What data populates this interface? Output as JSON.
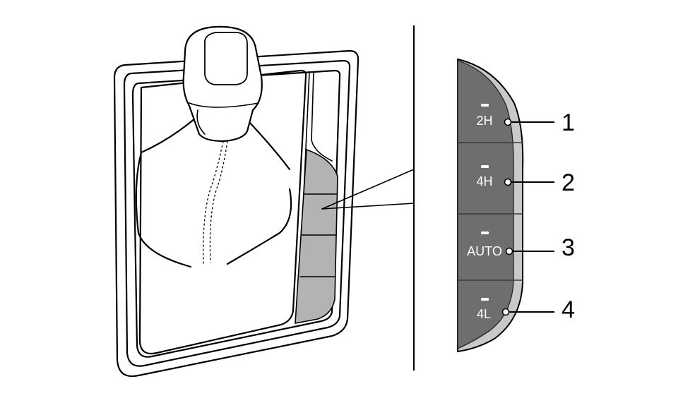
{
  "buttons": [
    {
      "label": "2H",
      "number": "1"
    },
    {
      "label": "4H",
      "number": "2"
    },
    {
      "label": "AUTO",
      "number": "3"
    },
    {
      "label": "4L",
      "number": "4"
    }
  ],
  "colors": {
    "panel": "#6e6e6e",
    "panel_edge": "#c9c9c9",
    "switch_block": "#b3b3b3",
    "indicator": "#ffffff"
  }
}
